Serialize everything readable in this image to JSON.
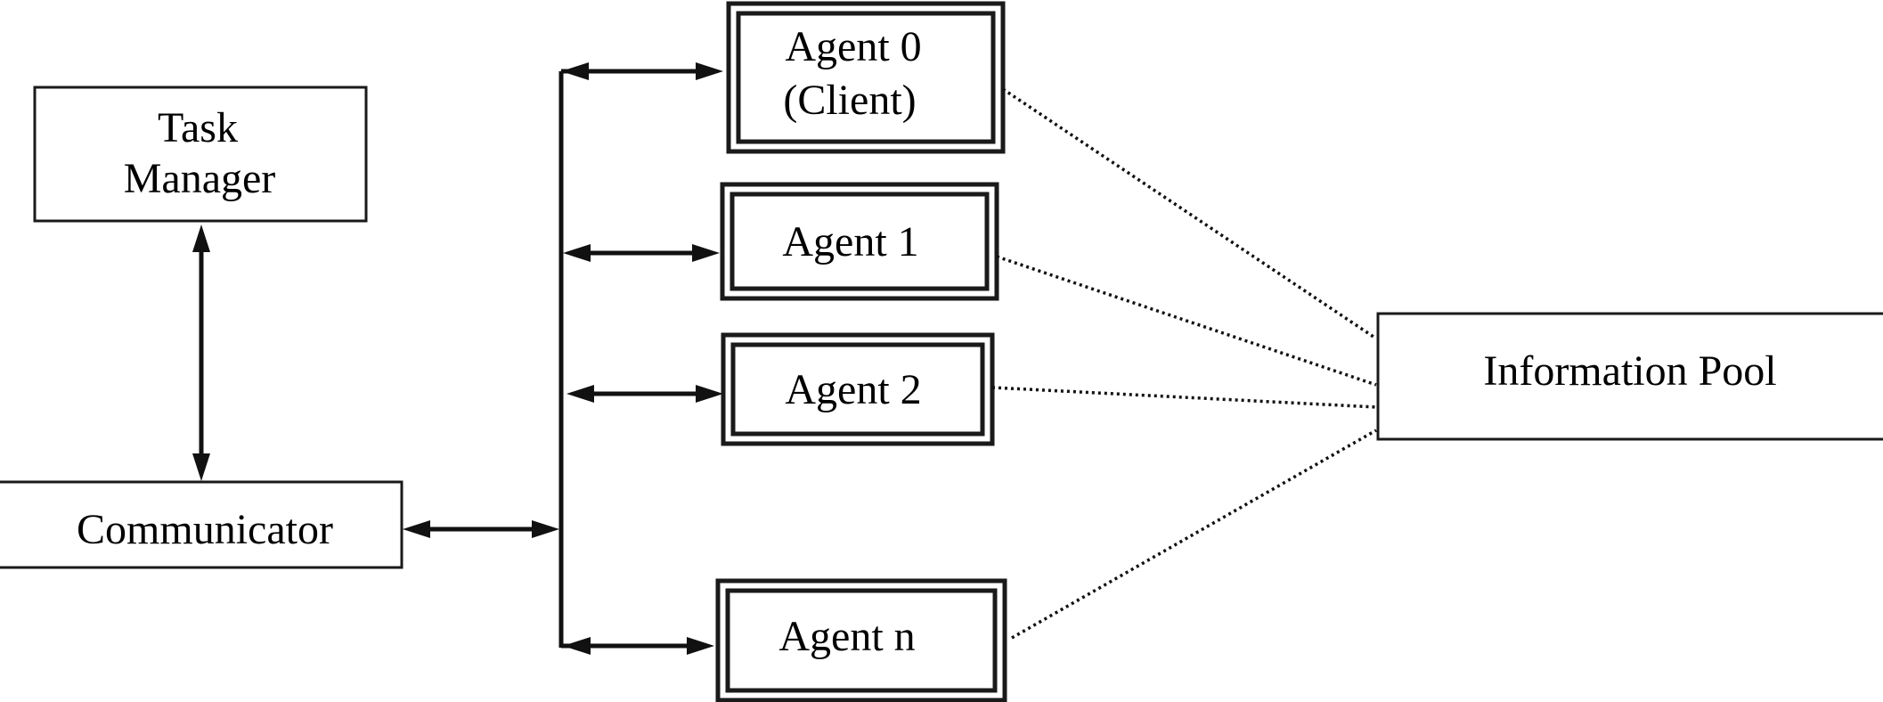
{
  "nodes": {
    "task_manager": {
      "line1": "Task",
      "line2": "Manager"
    },
    "communicator": {
      "label": "Communicator"
    },
    "agent0": {
      "line1": "Agent 0",
      "line2": "(Client)"
    },
    "agent1": {
      "label": "Agent 1"
    },
    "agent2": {
      "label": "Agent 2"
    },
    "agentn": {
      "label": "Agent n"
    },
    "information_pool": {
      "label": "Information Pool"
    }
  }
}
